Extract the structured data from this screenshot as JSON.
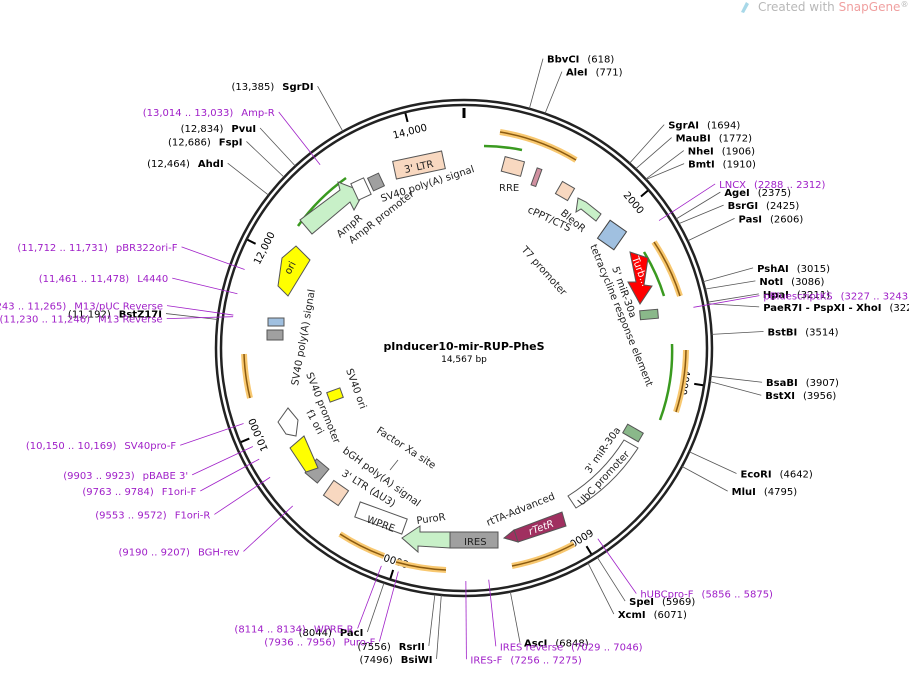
{
  "watermark": {
    "prefix": "Created with ",
    "brand": "SnapGene",
    "mark": "®",
    "brand_color": "#f0a0a0"
  },
  "plasmid": {
    "name": "pInducer10-mir-RUP-PheS",
    "size_label": "14,567 bp",
    "length": 14567
  },
  "colors": {
    "backbone": "#222222",
    "enzyme_line": "#555555",
    "primer": "#a020c8",
    "orange_feature": "#f0a030",
    "green_feature": "#3a9a20"
  },
  "ticks": [
    {
      "pos": 2000,
      "label": "2000"
    },
    {
      "pos": 4000,
      "label": "4000"
    },
    {
      "pos": 6000,
      "label": "6000"
    },
    {
      "pos": 8000,
      "label": "8000"
    },
    {
      "pos": 10000,
      "label": "10,000"
    },
    {
      "pos": 12000,
      "label": "12,000"
    },
    {
      "pos": 14000,
      "label": "14,000"
    }
  ],
  "enzymes": [
    {
      "name": "BbvCI",
      "pos": 618,
      "pos_label": "(618)"
    },
    {
      "name": "AleI",
      "pos": 771,
      "pos_label": "(771)"
    },
    {
      "name": "SgrAI",
      "pos": 1694,
      "pos_label": "(1694)"
    },
    {
      "name": "MauBI",
      "pos": 1772,
      "pos_label": "(1772)"
    },
    {
      "name": "NheI",
      "pos": 1906,
      "pos_label": "(1906)"
    },
    {
      "name": "BmtI",
      "pos": 1910,
      "pos_label": "(1910)"
    },
    {
      "name": "AgeI",
      "pos": 2375,
      "pos_label": "(2375)"
    },
    {
      "name": "BsrGI",
      "pos": 2425,
      "pos_label": "(2425)"
    },
    {
      "name": "PasI",
      "pos": 2606,
      "pos_label": "(2606)"
    },
    {
      "name": "PshAI",
      "pos": 3015,
      "pos_label": "(3015)"
    },
    {
      "name": "NotI",
      "pos": 3086,
      "pos_label": "(3086)"
    },
    {
      "name": "HpaI",
      "pos": 3211,
      "pos_label": "(3211)"
    },
    {
      "name": "PaeR7I - PspXI - XhoI",
      "pos": 3226,
      "pos_label": "(3226)"
    },
    {
      "name": "BstBI",
      "pos": 3514,
      "pos_label": "(3514)"
    },
    {
      "name": "BsaBI",
      "pos": 3907,
      "pos_label": "(3907)"
    },
    {
      "name": "BstXI",
      "pos": 3956,
      "pos_label": "(3956)"
    },
    {
      "name": "EcoRI",
      "pos": 4642,
      "pos_label": "(4642)"
    },
    {
      "name": "MluI",
      "pos": 4795,
      "pos_label": "(4795)"
    },
    {
      "name": "SpeI",
      "pos": 5969,
      "pos_label": "(5969)"
    },
    {
      "name": "XcmI",
      "pos": 6071,
      "pos_label": "(6071)"
    },
    {
      "name": "AscI",
      "pos": 6848,
      "pos_label": "(6848)"
    },
    {
      "name": "BsiWI",
      "pos": 7496,
      "pos_label": "(7496)"
    },
    {
      "name": "RsrII",
      "pos": 7556,
      "pos_label": "(7556)"
    },
    {
      "name": "PacI",
      "pos": 8044,
      "pos_label": "(8044)"
    },
    {
      "name": "BstZ17I",
      "pos": 11192,
      "pos_label": "(11,192)"
    },
    {
      "name": "AhdI",
      "pos": 12464,
      "pos_label": "(12,464)"
    },
    {
      "name": "FspI",
      "pos": 12686,
      "pos_label": "(12,686)"
    },
    {
      "name": "PvuI",
      "pos": 12834,
      "pos_label": "(12,834)"
    },
    {
      "name": "SgrDI",
      "pos": 13385,
      "pos_label": "(13,385)"
    }
  ],
  "primers": [
    {
      "name": "LNCX",
      "range": "(2288 .. 2312)",
      "pos": 2300
    },
    {
      "name": "pBluescriptKS",
      "range": "(3227 .. 3243)",
      "pos": 3235
    },
    {
      "name": "hUBCpro-F",
      "range": "(5856 .. 5875)",
      "pos": 5865
    },
    {
      "name": "IRES reverse",
      "range": "(7029 .. 7046)",
      "pos": 7037
    },
    {
      "name": "IRES-F",
      "range": "(7256 .. 7275)",
      "pos": 7265
    },
    {
      "name": "Puro-F",
      "range": "(7936 .. 7956)",
      "pos": 7946
    },
    {
      "name": "WPRE-R",
      "range": "(8114 .. 8134)",
      "pos": 8124
    },
    {
      "name": "BGH-rev",
      "range": "(9190 .. 9207)",
      "pos": 9198
    },
    {
      "name": "F1ori-R",
      "range": "(9553 .. 9572)",
      "pos": 9562
    },
    {
      "name": "F1ori-F",
      "range": "(9763 .. 9784)",
      "pos": 9773
    },
    {
      "name": "pBABE 3'",
      "range": "(9903 .. 9923)",
      "pos": 9913
    },
    {
      "name": "SV40pro-F",
      "range": "(10,150 .. 10,169)",
      "pos": 10160
    },
    {
      "name": "M13 Reverse",
      "range": "(11,230 .. 11,246)",
      "pos": 11238
    },
    {
      "name": "M13/pUC Reverse",
      "range": "(11,243 .. 11,265)",
      "pos": 11254
    },
    {
      "name": "L4440",
      "range": "(11,461 .. 11,478)",
      "pos": 11470
    },
    {
      "name": "pBR322ori-F",
      "range": "(11,712 .. 11,731)",
      "pos": 11722
    },
    {
      "name": "Amp-R",
      "range": "(13,014 .. 13,033)",
      "pos": 13024
    }
  ],
  "features": [
    {
      "name": "RRE",
      "color": "#f8d8c0"
    },
    {
      "name": "cPPT/CTS",
      "color": "#f8d8c0"
    },
    {
      "name": "BleoR",
      "color": "#c8f0c8"
    },
    {
      "name": "T7 promoter",
      "color": "#ffffff"
    },
    {
      "name": "tetracycline response element",
      "color": "#a0c0e0"
    },
    {
      "name": "Turb...",
      "color": "#ff0000"
    },
    {
      "name": "5' miR-30a",
      "color": "#8ab88a"
    },
    {
      "name": "3' miR-30a",
      "color": "#8ab88a"
    },
    {
      "name": "UbC promoter",
      "color": "#ffffff"
    },
    {
      "name": "rtTA-Advanced",
      "color": "#c8f0c8"
    },
    {
      "name": "rTetR",
      "color": "#a03060"
    },
    {
      "name": "IRES",
      "color": "#a0a0a0"
    },
    {
      "name": "PuroR",
      "color": "#c8f0c8"
    },
    {
      "name": "WPRE",
      "color": "#ffffff"
    },
    {
      "name": "3' LTR (ΔU3)",
      "color": "#f8d8c0"
    },
    {
      "name": "bGH poly(A) signal",
      "color": "#a0a0a0"
    },
    {
      "name": "Factor Xa site",
      "color": "#ffffff"
    },
    {
      "name": "f1 ori",
      "color": "#ffff00"
    },
    {
      "name": "SV40 promoter",
      "color": "#ffffff"
    },
    {
      "name": "SV40 ori",
      "color": "#ffff00"
    },
    {
      "name": "SV40 poly(A) signal",
      "color": "#a0a0a0"
    },
    {
      "name": "ori",
      "color": "#ffff00"
    },
    {
      "name": "AmpR",
      "color": "#c8f0c8"
    },
    {
      "name": "AmpR promoter",
      "color": "#ffffff"
    },
    {
      "name": "3' LTR",
      "color": "#f8d8c0"
    }
  ]
}
